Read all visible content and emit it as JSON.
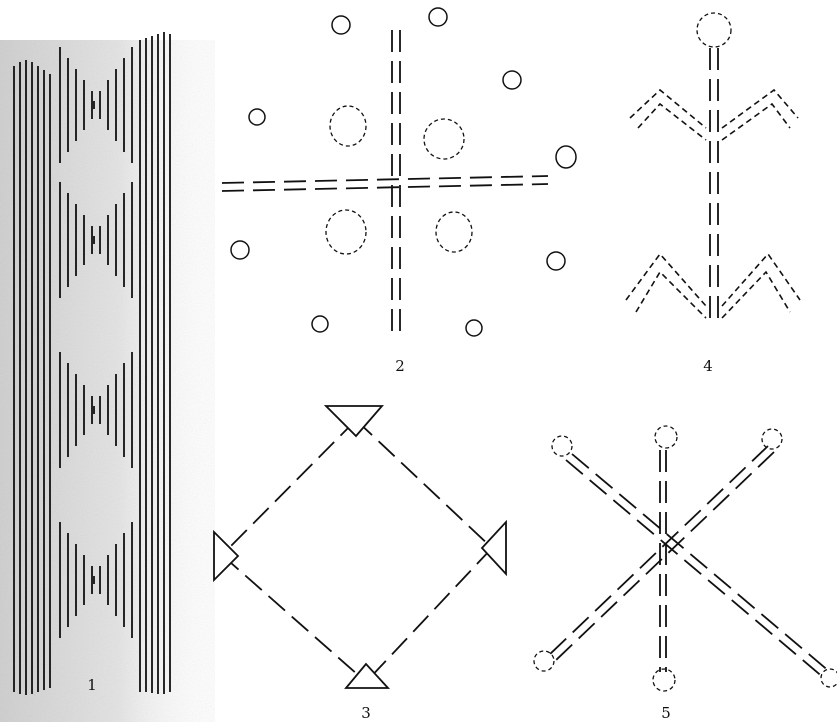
{
  "figures": [
    {
      "label": "1"
    },
    {
      "label": "2"
    },
    {
      "label": "3"
    },
    {
      "label": "4"
    },
    {
      "label": "5"
    }
  ]
}
